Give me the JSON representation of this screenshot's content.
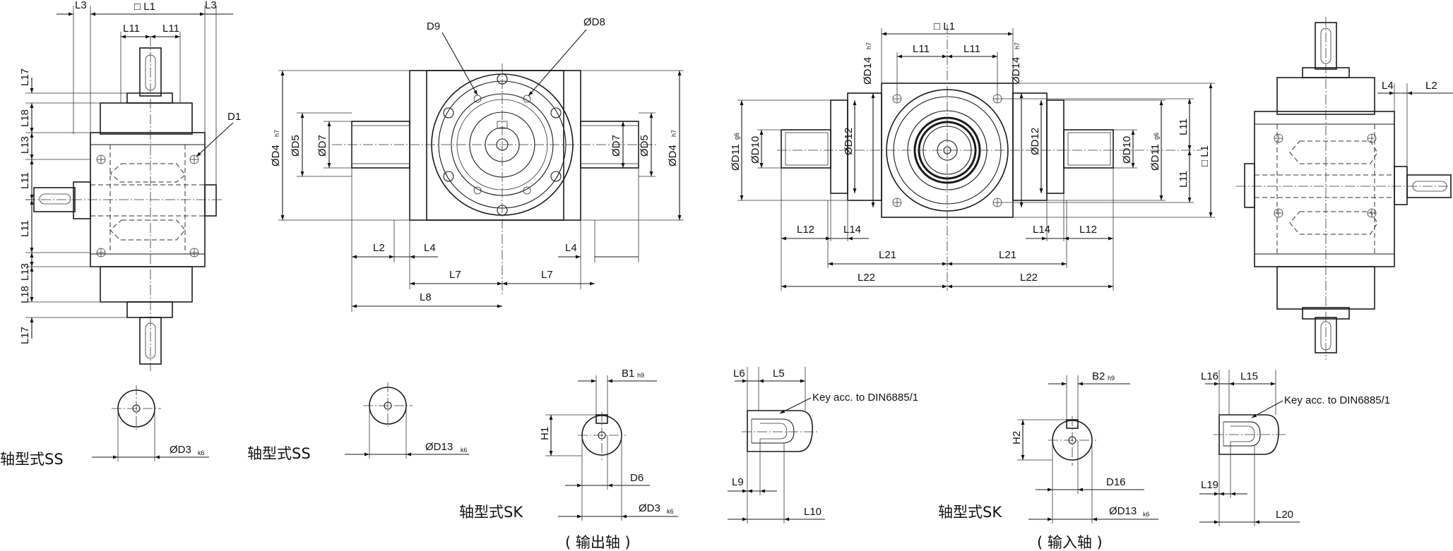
{
  "labels": {
    "L1": "L1",
    "box_L1": "□ L1",
    "L2": "L2",
    "L3": "L3",
    "L4": "L4",
    "L5": "L5",
    "L6": "L6",
    "L7": "L7",
    "L8": "L8",
    "L9": "L9",
    "L10": "L10",
    "L11": "L11",
    "L12": "L12",
    "L13": "L13",
    "L14": "L14",
    "L15": "L15",
    "L16": "L16",
    "L17": "L17",
    "L18": "L18",
    "L19": "L19",
    "L20": "L20",
    "L21": "L21",
    "L22": "L22",
    "D1": "D1",
    "D5": "ØD5",
    "D7": "ØD7",
    "D8": "ØD8",
    "D9": "D9",
    "D10": "ØD10",
    "D12": "ØD12",
    "D4": "ØD4",
    "D11": "ØD11",
    "D14": "ØD14",
    "D3": "ØD3",
    "D13": "ØD13",
    "D6": "D6",
    "D16": "D16",
    "B1": "B1",
    "B2": "B2",
    "H1": "H1",
    "H2": "H2"
  },
  "tolerances": {
    "h7": "h7",
    "g6": "g6",
    "k6": "k6",
    "h9": "h9"
  },
  "notes": {
    "key_note_1": "Key acc. to DIN6885/1",
    "key_note_2": "Key acc. to DIN6885/1"
  },
  "captions": {
    "shaft_ss_1": "轴型式SS",
    "shaft_ss_2": "轴型式SS",
    "shaft_sk_1": "轴型式SK",
    "shaft_sk_2": "轴型式SK",
    "output_shaft": "( 输出轴 )",
    "input_shaft": "( 输入轴 )"
  }
}
